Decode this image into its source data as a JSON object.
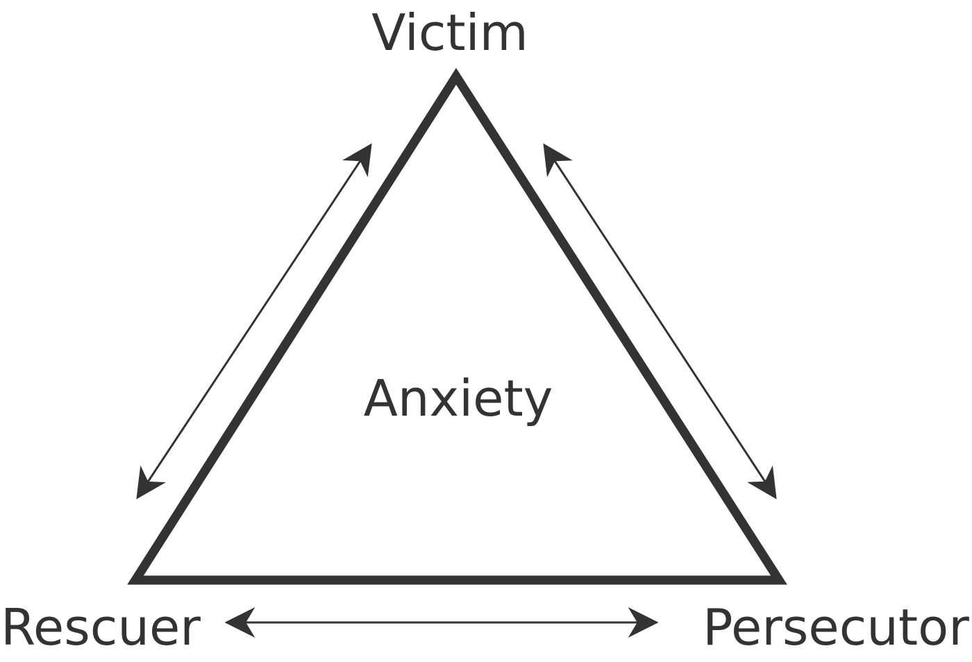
{
  "diagram": {
    "nodes": {
      "top": "Victim",
      "bottom_left": "Rescuer",
      "bottom_right": "Persecutor",
      "center": "Anxiety"
    },
    "edges": [
      {
        "from": "Victim",
        "to": "Rescuer",
        "direction": "bidirectional"
      },
      {
        "from": "Victim",
        "to": "Persecutor",
        "direction": "bidirectional"
      },
      {
        "from": "Rescuer",
        "to": "Persecutor",
        "direction": "bidirectional"
      }
    ],
    "colors": {
      "ink": "#333333",
      "background": "#ffffff"
    }
  }
}
